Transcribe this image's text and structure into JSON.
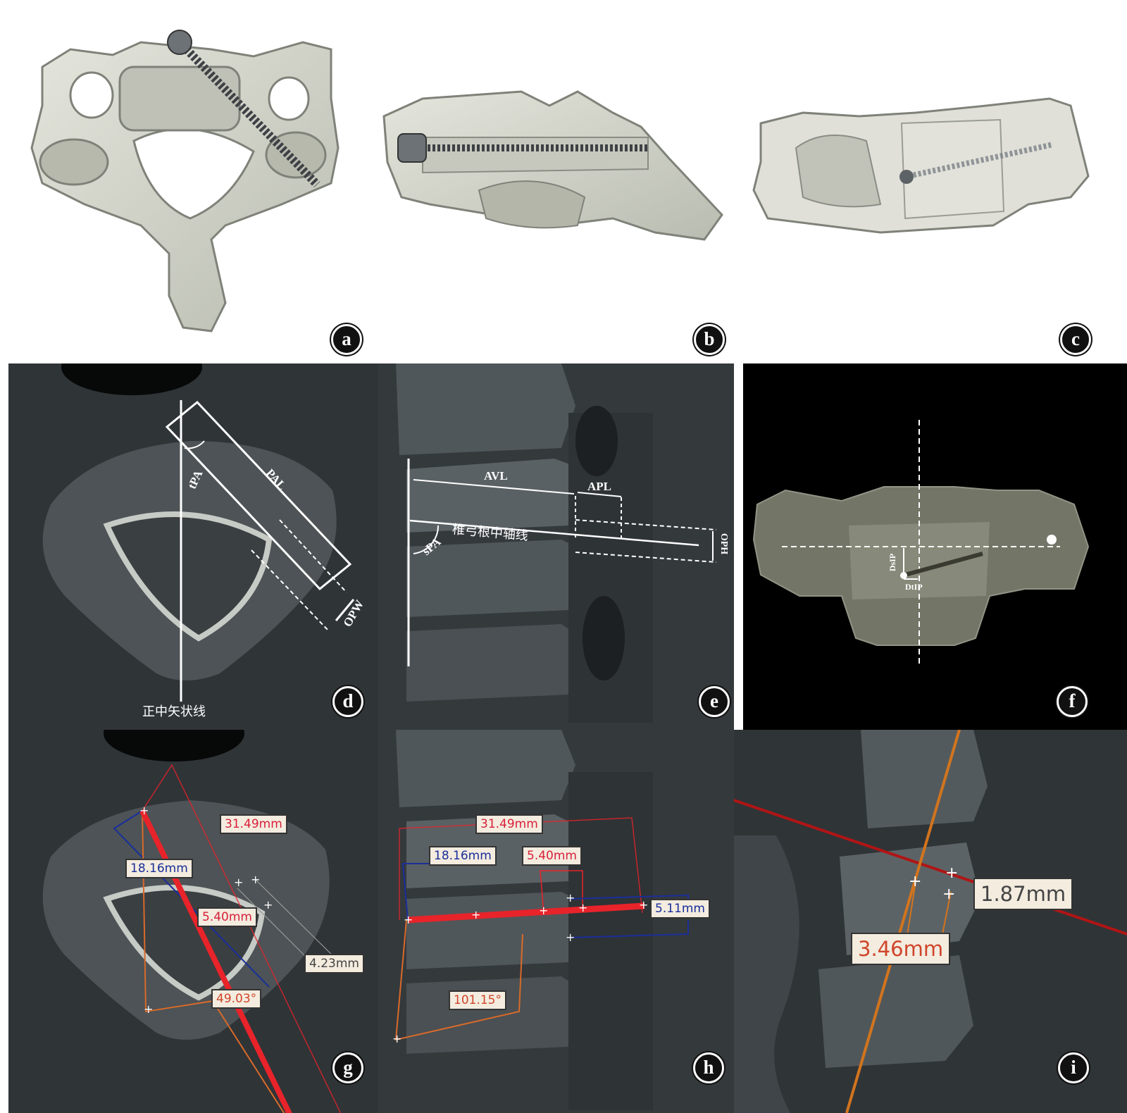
{
  "panels": {
    "a": {
      "label": "a"
    },
    "b": {
      "label": "b"
    },
    "c": {
      "label": "c"
    },
    "d": {
      "label": "d",
      "tpa": "tPA",
      "pal": "PAL",
      "opw": "OPW",
      "midline": "正中矢状线"
    },
    "e": {
      "label": "e",
      "avl": "AVL",
      "apl": "APL",
      "spa": "sPA",
      "axis": "椎弓根中轴线",
      "oph": "OPH"
    },
    "f": {
      "label": "f",
      "dsip": "DsIP",
      "dtip": "DtIP"
    },
    "g": {
      "label": "g",
      "m1": "31.49mm",
      "m2": "18.16mm",
      "m3": "5.40mm",
      "m4": "4.23mm",
      "angle": "49.03°"
    },
    "h": {
      "label": "h",
      "m1": "31.49mm",
      "m2": "18.16mm",
      "m3": "5.40mm",
      "m4": "5.11mm",
      "angle": "101.15°"
    },
    "i": {
      "label": "i",
      "m1": "1.87mm",
      "m2": "3.46mm"
    }
  },
  "colors": {
    "measure_red": "#e8232a",
    "measure_blue": "#1b2e9a",
    "measure_orange": "#d86a2a",
    "ct_background": "#2e3336",
    "bone": "#c9ccc2"
  }
}
